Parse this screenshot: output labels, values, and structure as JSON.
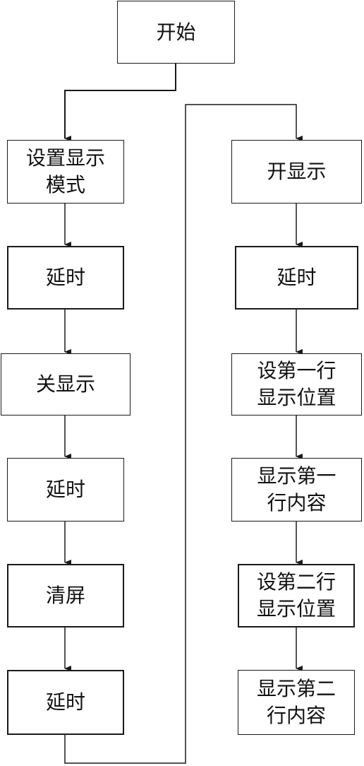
{
  "diagram": {
    "type": "flowchart",
    "line_color": "#1a1a1a",
    "nodes": [
      {
        "id": "start",
        "label": "开始"
      },
      {
        "id": "set-mode",
        "label": "设置显示\n模式"
      },
      {
        "id": "delay-1",
        "label": "延时"
      },
      {
        "id": "display-off",
        "label": "关显示"
      },
      {
        "id": "delay-2",
        "label": "延时"
      },
      {
        "id": "clear-screen",
        "label": "清屏"
      },
      {
        "id": "delay-3",
        "label": "延时"
      },
      {
        "id": "display-on",
        "label": "开显示"
      },
      {
        "id": "delay-4",
        "label": "延时"
      },
      {
        "id": "set-line1-pos",
        "label": "设第一行\n显示位置"
      },
      {
        "id": "show-line1",
        "label": "显示第一\n行内容"
      },
      {
        "id": "set-line2-pos",
        "label": "设第二行\n显示位置"
      },
      {
        "id": "show-line2",
        "label": "显示第二\n行内容"
      }
    ],
    "edges": [
      [
        "start",
        "set-mode"
      ],
      [
        "set-mode",
        "delay-1"
      ],
      [
        "delay-1",
        "display-off"
      ],
      [
        "display-off",
        "delay-2"
      ],
      [
        "delay-2",
        "clear-screen"
      ],
      [
        "clear-screen",
        "delay-3"
      ],
      [
        "delay-3",
        "display-on"
      ],
      [
        "display-on",
        "delay-4"
      ],
      [
        "delay-4",
        "set-line1-pos"
      ],
      [
        "set-line1-pos",
        "show-line1"
      ],
      [
        "show-line1",
        "set-line2-pos"
      ],
      [
        "set-line2-pos",
        "show-line2"
      ]
    ]
  }
}
